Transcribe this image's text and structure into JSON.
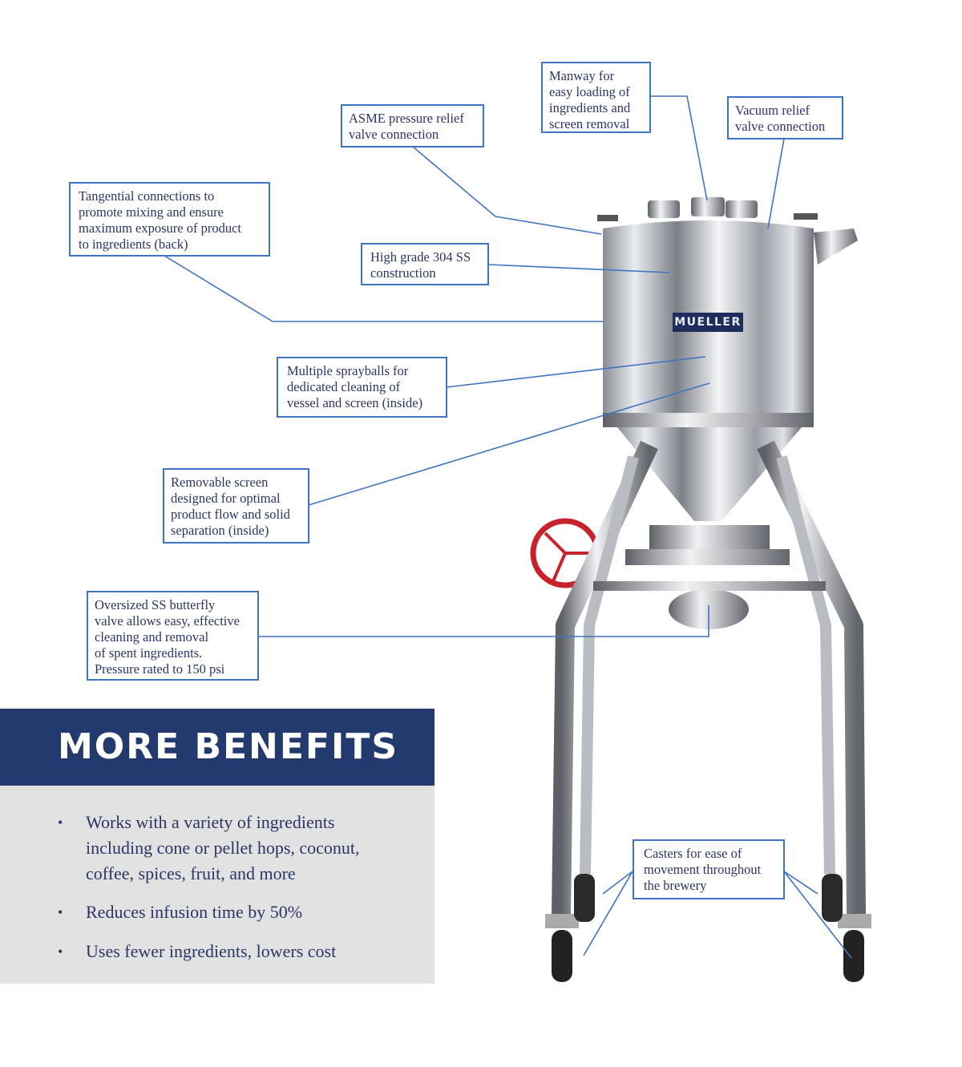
{
  "callouts": {
    "manway": "Manway for\neasy loading of\ningredients and\nscreen removal",
    "vacuum": "Vacuum relief\nvalve connection",
    "asme": "ASME pressure relief\nvalve connection",
    "tangential": "Tangential connections to\npromote mixing and ensure\nmaximum exposure of product\nto ingredients (back)",
    "steel": "High grade 304 SS\nconstruction",
    "sprayballs": "Multiple sprayballs for\ndedicated cleaning of\nvessel and screen (inside)",
    "screen": "Removable screen\ndesigned for optimal\nproduct flow and solid\nseparation (inside)",
    "butterfly": "Oversized SS butterfly\nvalve allows easy, effective\ncleaning and removal\nof spent ingredients.\nPressure rated to 150 psi",
    "casters": "Casters for ease of\nmovement throughout\nthe brewery"
  },
  "product": {
    "brand": "MUELLER"
  },
  "benefits": {
    "title": "MORE BENEFITS",
    "items": [
      "Works with a variety of ingredients including cone or pellet hops, coconut, coffee, spices, fruit, and more",
      "Reduces infusion time by 50%",
      "Uses fewer ingredients, lowers cost"
    ]
  },
  "colors": {
    "navy": "#233a6e",
    "callout_border": "#3f74c2",
    "panel": "#e2e2e2",
    "wheel": "#c8232c"
  }
}
